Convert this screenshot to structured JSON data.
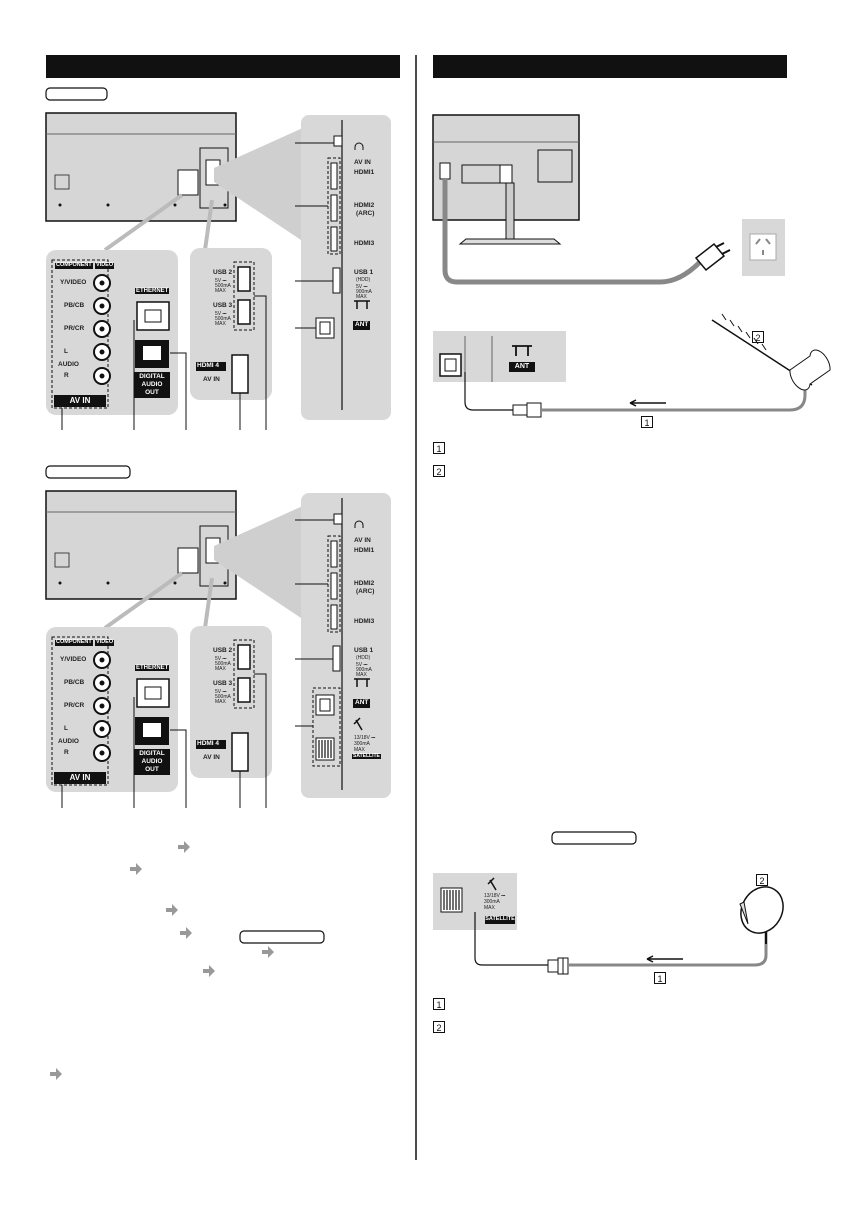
{
  "labels": {
    "hdmi4_av_in": "AV IN",
    "ethernet": "ETHERNET",
    "digital_audio_out_line1": "DIGITAL",
    "digital_audio_out_line2": "AUDIO",
    "digital_audio_out_line3": "OUT",
    "av_in": "AV IN",
    "component": "COMPONENT",
    "video": "VIDEO",
    "y_video": "Y/VIDEO",
    "pb_cb": "PB/CB",
    "pr_cr": "PR/CR",
    "l": "L",
    "audio": "AUDIO",
    "r": "R",
    "usb2": "USB 2",
    "usb3": "USB 3",
    "usb_rating": "5V ⎓ 500mA MAX",
    "usb1": "USB 1",
    "usb1_hdd": "(HDD)",
    "usb1_rating": "5V ⎓ 900mA MAX",
    "hdmi4": "HDMI 4",
    "hdmi1": "HDMI1",
    "hdmi2": "HDMI2",
    "hdmi2_arc": "(ARC)",
    "hdmi3": "HDMI3",
    "side_av_in": "AV IN",
    "ant": "ANT",
    "satellite": "SATELLITE",
    "sat_rating_line1": "13/18V ⎓",
    "sat_rating_line2": "300mA",
    "sat_rating_line3": "MAX"
  },
  "callouts": {
    "antenna_cable_num": "1",
    "antenna_num": "2",
    "satellite_cable_num": "1",
    "satellite_num": "2",
    "legend_1": "1",
    "legend_2": "2",
    "legend_sat_1": "1",
    "legend_sat_2": "2"
  },
  "colors": {
    "panel_gray": "#d8d8d8",
    "ink": "#111111",
    "cable_gray": "#888888"
  },
  "icons": [
    "headphone-icon",
    "ethernet-icon",
    "antenna-icon",
    "satellite-dish-icon",
    "arrow-right-icon",
    "power-plug-icon",
    "wall-socket-icon"
  ]
}
